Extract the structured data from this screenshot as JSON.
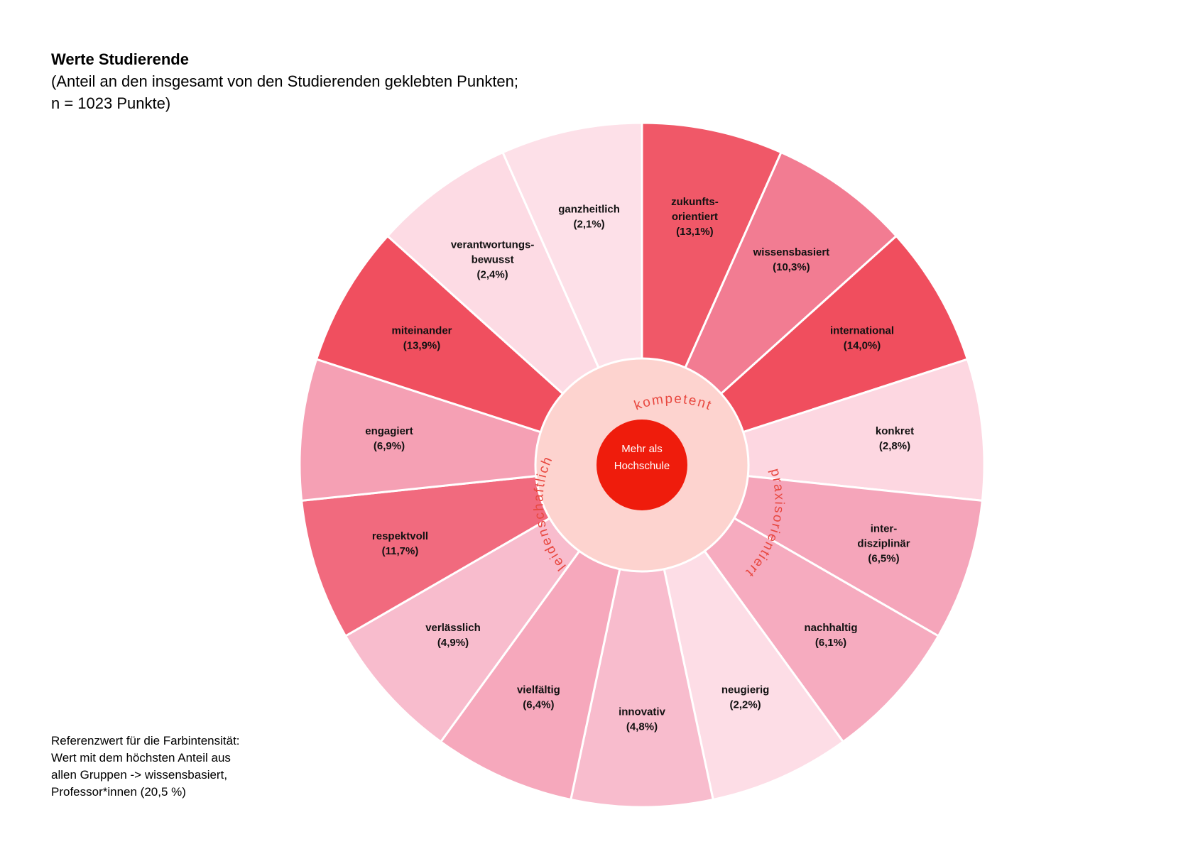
{
  "header": {
    "title": "Werte Studierende",
    "subtitle_line1": "(Anteil an den insgesamt von den Studierenden geklebten Punkten;",
    "subtitle_line2": "n = 1023 Punkte)"
  },
  "footnote": {
    "line1": "Referenzwert für die Farbintensität:",
    "line2": "Wert mit dem höchsten Anteil aus",
    "line3": "allen Gruppen -> wissensbasiert,",
    "line4": "Professor*innen (20,5 %)"
  },
  "chart_data": {
    "type": "pie",
    "title": "Werte Studierende",
    "center_label": [
      "Mehr als",
      "Hochschule"
    ],
    "ring_labels": [
      "kompetent",
      "praxisorientiert",
      "leidenschaftlich"
    ],
    "reference_max_percent": 20.5,
    "segments": [
      {
        "name": "zukunfts-orientiert",
        "lines": [
          "zukunfts-",
          "orientiert",
          "(13,1%)"
        ],
        "value": 13.1,
        "color": "#f05868"
      },
      {
        "name": "wissensbasiert",
        "lines": [
          "wissensbasiert",
          "(10,3%)"
        ],
        "value": 10.3,
        "color": "#f27c92"
      },
      {
        "name": "international",
        "lines": [
          "international",
          "(14,0%)"
        ],
        "value": 14.0,
        "color": "#f04e5e"
      },
      {
        "name": "konkret",
        "lines": [
          "konkret",
          "(2,8%)"
        ],
        "value": 2.8,
        "color": "#fdd7e1"
      },
      {
        "name": "inter-disziplinär",
        "lines": [
          "inter-",
          "disziplinär",
          "(6,5%)"
        ],
        "value": 6.5,
        "color": "#f5a5ba"
      },
      {
        "name": "nachhaltig",
        "lines": [
          "nachhaltig",
          "(6,1%)"
        ],
        "value": 6.1,
        "color": "#f6abbf"
      },
      {
        "name": "neugierig",
        "lines": [
          "neugierig",
          "(2,2%)"
        ],
        "value": 2.2,
        "color": "#fddde6"
      },
      {
        "name": "innovativ",
        "lines": [
          "innovativ",
          "(4,8%)"
        ],
        "value": 4.8,
        "color": "#f8bccd"
      },
      {
        "name": "vielfältig",
        "lines": [
          "vielfältig",
          "(6,4%)"
        ],
        "value": 6.4,
        "color": "#f6a8bc"
      },
      {
        "name": "verlässlich",
        "lines": [
          "verlässlich",
          "(4,9%)"
        ],
        "value": 4.9,
        "color": "#f8bccd"
      },
      {
        "name": "respektvoll",
        "lines": [
          "respektvoll",
          "(11,7%)"
        ],
        "value": 11.7,
        "color": "#f16a7e"
      },
      {
        "name": "engagiert",
        "lines": [
          "engagiert",
          "(6,9%)"
        ],
        "value": 6.9,
        "color": "#f5a0b4"
      },
      {
        "name": "miteinander",
        "lines": [
          "miteinander",
          "(13,9%)"
        ],
        "value": 13.9,
        "color": "#f04f5f"
      },
      {
        "name": "verantwortungs-bewusst",
        "lines": [
          "verantwortungs-",
          "bewusst",
          "(2,4%)"
        ],
        "value": 2.4,
        "color": "#fddbe4"
      },
      {
        "name": "ganzheitlich",
        "lines": [
          "ganzheitlich",
          "(2,1%)"
        ],
        "value": 2.1,
        "color": "#fde0e8"
      }
    ],
    "colors": {
      "inner_ring": "#fdd3cf",
      "inner_ring_text": "#e8473f",
      "center": "#ef1c0c"
    }
  }
}
